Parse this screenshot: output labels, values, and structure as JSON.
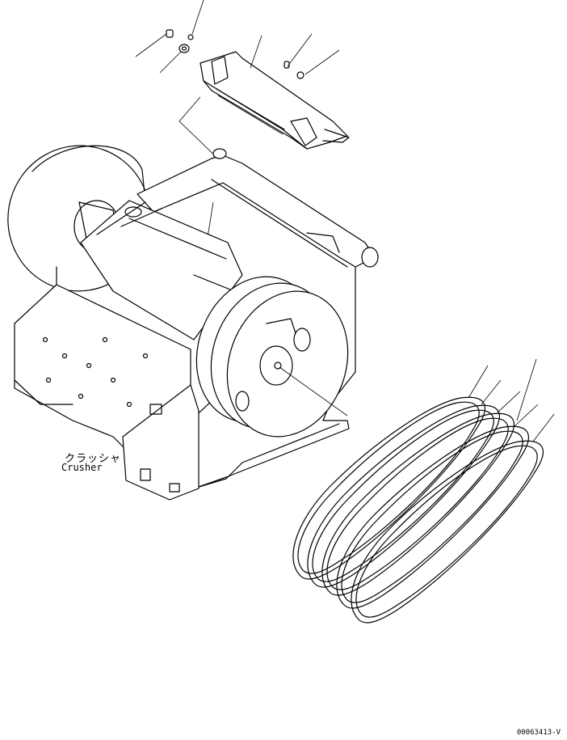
{
  "labels": {
    "crusher_jp": "クラッシャ",
    "crusher_en": "Crusher",
    "drawing_code": "00063413-V"
  },
  "icons": [
    "pulley-icon",
    "v-belt-icon",
    "cover-plate-icon",
    "bolt-icon",
    "washer-icon",
    "flywheel-icon"
  ]
}
